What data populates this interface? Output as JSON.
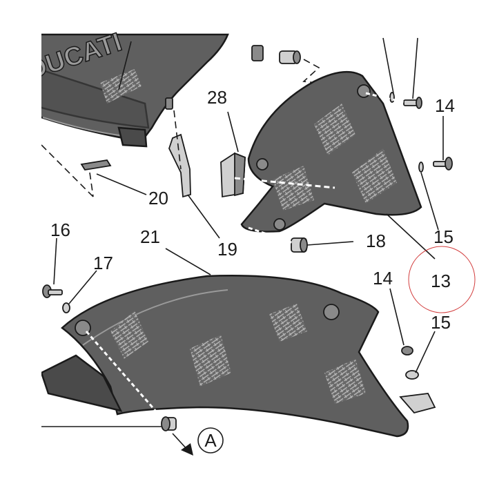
{
  "callouts": {
    "c28": "28",
    "c14_top": "14",
    "c15_right": "15",
    "c13": "13",
    "c18": "18",
    "c20": "20",
    "c19": "19",
    "c21": "21",
    "c16": "16",
    "c17": "17",
    "c14_bottom": "14",
    "c15_bottom": "15",
    "view_a": "A"
  },
  "logo_text": "DUCATI",
  "colors": {
    "panel": "#5f5f5f",
    "outline": "#1a1a1a",
    "highlight_circle": "#d23c3c"
  }
}
